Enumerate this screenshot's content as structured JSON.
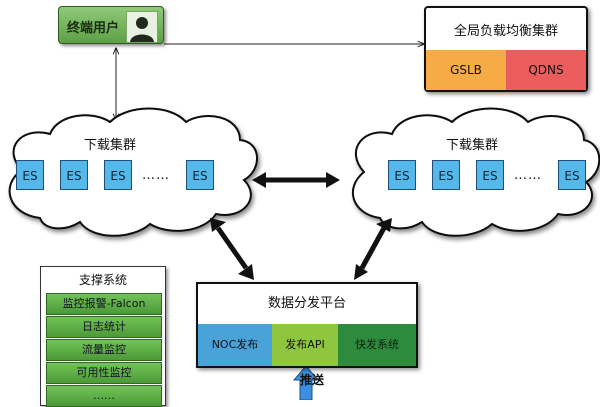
{
  "end_user": {
    "label": "终端用户",
    "icon": "user-silhouette-icon"
  },
  "gslb": {
    "title": "全局负载均衡集群",
    "items": [
      {
        "label": "GSLB",
        "color": "#f6ab45"
      },
      {
        "label": "QDNS",
        "color": "#eb5d5d"
      }
    ]
  },
  "clusters": [
    {
      "label": "下载集群",
      "nodes": [
        "ES",
        "ES",
        "ES",
        "ES"
      ],
      "ellipsis": "……"
    },
    {
      "label": "下载集群",
      "nodes": [
        "ES",
        "ES",
        "ES",
        "ES"
      ],
      "ellipsis": "……"
    }
  ],
  "support": {
    "title": "支撑系统",
    "items": [
      "监控报警-Falcon",
      "日志统计",
      "流量监控",
      "可用性监控",
      "……"
    ]
  },
  "platform": {
    "title": "数据分发平台",
    "items": [
      {
        "label": "NOC发布",
        "color": "#4aa3d8"
      },
      {
        "label": "发布API",
        "color": "#8fc63f"
      },
      {
        "label": "快发系统",
        "color": "#2e8b3e"
      }
    ]
  },
  "push_label": "推送"
}
